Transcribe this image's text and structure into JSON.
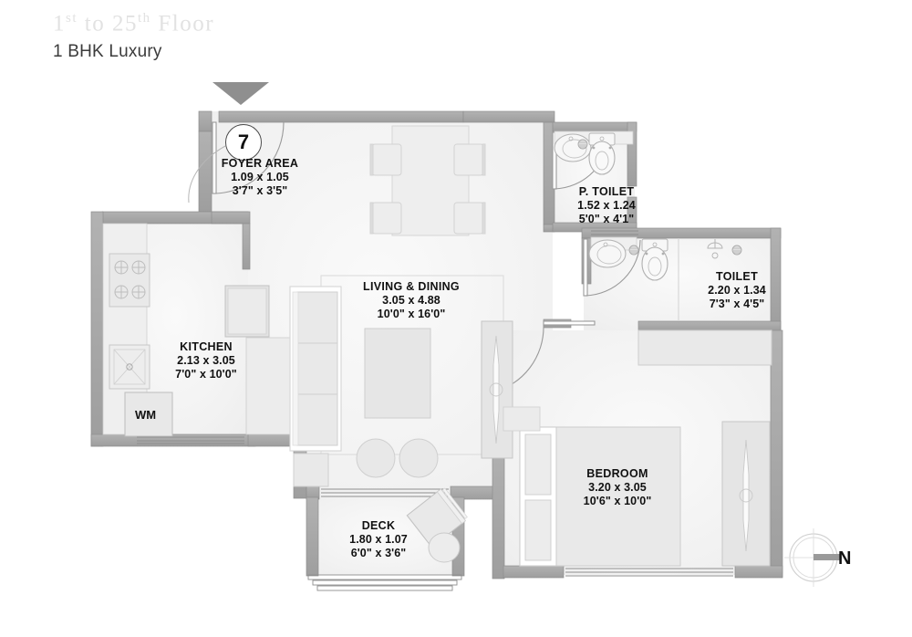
{
  "header": {
    "floor_range_prefix": "1",
    "floor_range_sup1": "st",
    "floor_range_mid": " to 25",
    "floor_range_sup2": "th",
    "floor_range_suffix": " Floor",
    "floor_range_full": "1st to 25th Floor",
    "title": "1 BHK Luxury"
  },
  "unit": {
    "badge_number": "7"
  },
  "compass": {
    "label": "N",
    "icon": "compass-north-icon"
  },
  "entry_marker": {
    "icon": "entry-arrow-icon"
  },
  "rooms": [
    {
      "key": "foyer",
      "name": "FOYER AREA",
      "dim_metric": "1.09 x 1.05",
      "dim_imperial": "3'7\" x 3'5\""
    },
    {
      "key": "p_toilet",
      "name": "P. TOILET",
      "dim_metric": "1.52 x 1.24",
      "dim_imperial": "5'0\" x 4'1\""
    },
    {
      "key": "toilet",
      "name": "TOILET",
      "dim_metric": "2.20 x 1.34",
      "dim_imperial": "7'3\" x 4'5\""
    },
    {
      "key": "living_dining",
      "name": "LIVING & DINING",
      "dim_metric": "3.05 x 4.88",
      "dim_imperial": "10'0\" x 16'0\""
    },
    {
      "key": "kitchen",
      "name": "KITCHEN",
      "dim_metric": "2.13 x 3.05",
      "dim_imperial": "7'0\" x 10'0\""
    },
    {
      "key": "bedroom",
      "name": "BEDROOM",
      "dim_metric": "3.20 x 3.05",
      "dim_imperial": "10'6\" x 10'0\""
    },
    {
      "key": "deck",
      "name": "DECK",
      "dim_metric": "1.80 x 1.07",
      "dim_imperial": "6'0\" x 3'6\""
    }
  ],
  "appliances": [
    {
      "key": "washing_machine",
      "label": "WM"
    }
  ],
  "fixtures": [
    {
      "key": "kitchen-hob",
      "label": ""
    },
    {
      "key": "kitchen-sink",
      "label": ""
    },
    {
      "key": "p-toilet-washbasin",
      "label": ""
    },
    {
      "key": "p-toilet-wc",
      "label": ""
    },
    {
      "key": "toilet-washbasin",
      "label": ""
    },
    {
      "key": "toilet-wc",
      "label": ""
    },
    {
      "key": "toilet-shower",
      "label": ""
    },
    {
      "key": "floor-drain",
      "label": ""
    }
  ],
  "furniture": [
    {
      "key": "dining-table",
      "seats": 4
    },
    {
      "key": "sofa",
      "seats": 3
    },
    {
      "key": "coffee-table"
    },
    {
      "key": "ottoman",
      "count": 2
    },
    {
      "key": "tv-unit"
    },
    {
      "key": "bed",
      "pillows": 2
    },
    {
      "key": "wardrobe",
      "count": 2
    },
    {
      "key": "deck-chair"
    },
    {
      "key": "deck-side-table"
    }
  ],
  "colors": {
    "wall_fill": "#a8a8a8",
    "wall_stroke": "#8e8e8e",
    "floor_fill": "#f3f3f3",
    "furniture_fill": "#e6e6e6",
    "furniture_stroke": "#c9c9c9",
    "text": "#111111",
    "header_faded": "#e2e2e2",
    "title": "#3b3b3b"
  }
}
